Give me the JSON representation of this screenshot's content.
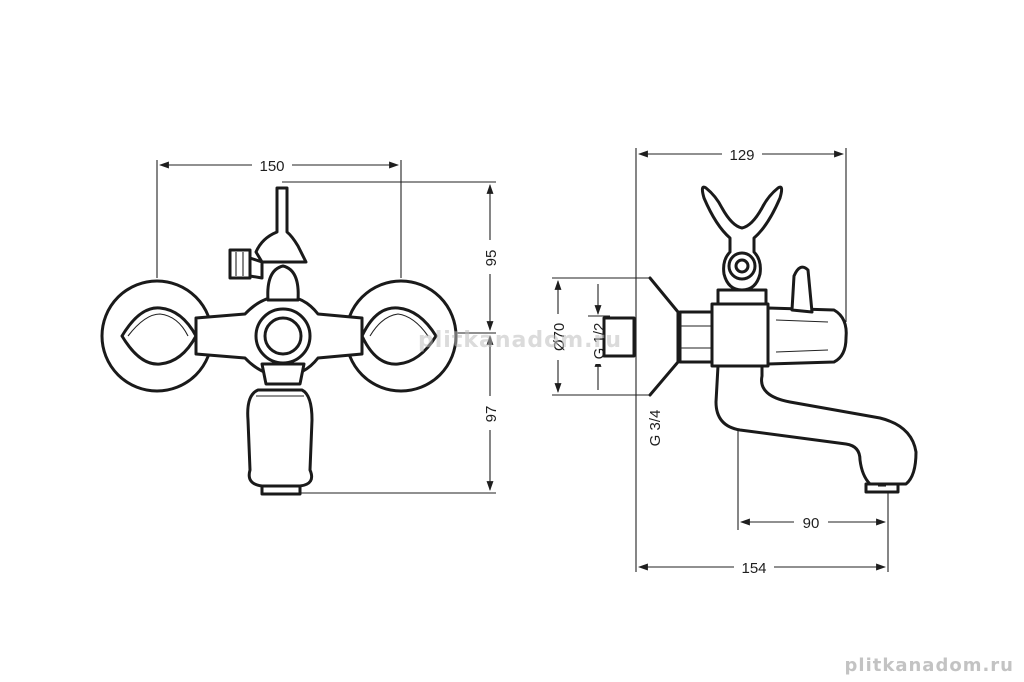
{
  "drawing": {
    "front_view": {
      "dim_width": "150",
      "dim_height_upper": "95",
      "dim_height_lower": "97"
    },
    "side_view": {
      "dim_width_top": "129",
      "dim_spout_reach": "90",
      "dim_total_depth": "154",
      "dim_diameter": "Ø70",
      "thread_inlet": "G 1/2",
      "thread_outlet": "G 3/4"
    }
  },
  "watermarks": {
    "center": "plitkanadom.ru",
    "corner": "plitkanadom.ru"
  },
  "colors": {
    "line": "#1e1e1e",
    "background": "#ffffff",
    "watermark": "#bebebe"
  }
}
